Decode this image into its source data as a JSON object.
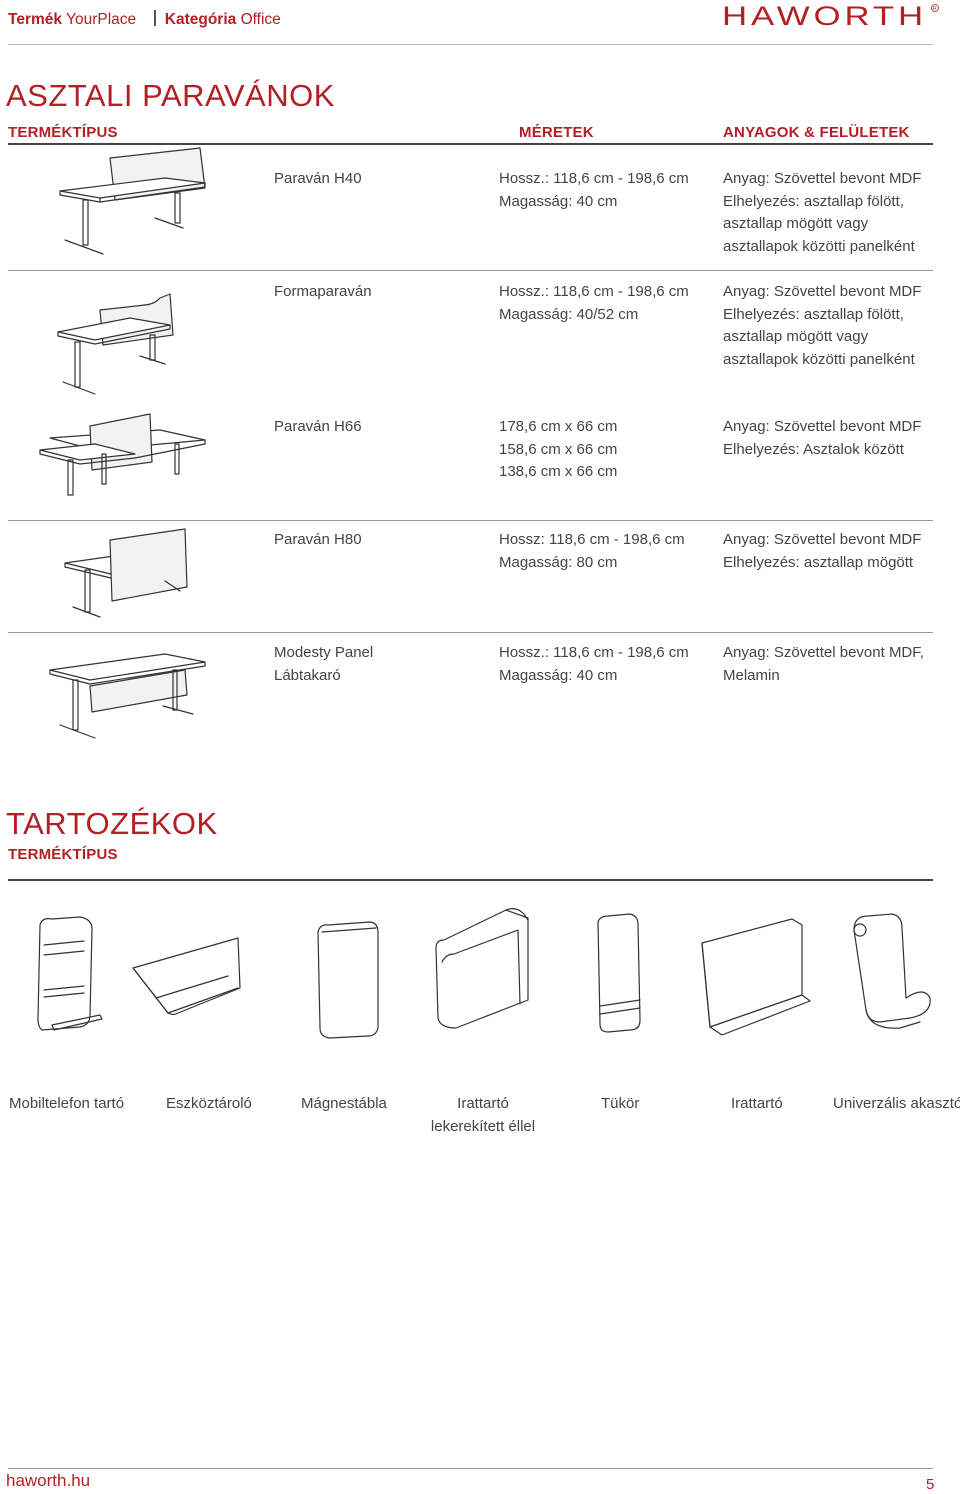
{
  "header": {
    "product_label": "Termék",
    "product_value": "YourPlace",
    "category_label": "Kategória",
    "category_value": "Office",
    "logo_text": "HAWORTH",
    "brand_color": "#b21f24"
  },
  "section1": {
    "title": "ASZTALI PARAVÁNOK",
    "columns": {
      "type": "TERMÉKTÍPUS",
      "dimensions": "MÉRETEK",
      "materials": "ANYAGOK & FELÜLETEK"
    },
    "rows": [
      {
        "name": [
          "Paraván H40"
        ],
        "dims": [
          "Hossz.: 118,6 cm - 198,6 cm",
          "Magasság: 40 cm"
        ],
        "mats": [
          "Anyag: Szövettel bevont MDF",
          "Elhelyezés: asztallap fölött,",
          "asztallap mögött  vagy",
          "asztallapok közötti panelként"
        ]
      },
      {
        "name": [
          "Formaparaván"
        ],
        "dims": [
          "Hossz.: 118,6 cm - 198,6 cm",
          "Magasság: 40/52 cm"
        ],
        "mats": [
          "Anyag: Szövettel bevont MDF",
          "Elhelyezés: asztallap fölött,",
          "asztallap mögött  vagy",
          "asztallapok közötti panelként"
        ]
      },
      {
        "name": [
          "Paraván H66"
        ],
        "dims": [
          "178,6 cm x 66 cm",
          "158,6 cm x 66 cm",
          "138,6 cm x 66 cm"
        ],
        "mats": [
          "Anyag: Szövettel bevont MDF",
          "Elhelyezés: Asztalok között"
        ]
      },
      {
        "name": [
          "Paraván H80"
        ],
        "dims": [
          "Hossz: 118,6 cm - 198,6 cm",
          "Magasság: 80 cm"
        ],
        "mats": [
          "Anyag: Szövettel bevont MDF",
          "Elhelyezés: asztallap mögött"
        ]
      },
      {
        "name": [
          "Modesty Panel",
          "Lábtakaró"
        ],
        "dims": [
          "Hossz.: 118,6 cm - 198,6 cm",
          "Magasság: 40 cm"
        ],
        "mats": [
          "Anyag: Szövettel bevont MDF,",
          "Melamin"
        ]
      }
    ]
  },
  "section2": {
    "title": "TARTOZÉKOK",
    "subtitle": "TERMÉKTÍPUS",
    "items": [
      [
        "Mobiltelefon tartó"
      ],
      [
        "Eszköztároló"
      ],
      [
        "Mágnestábla"
      ],
      [
        "Irattartó",
        "lekerekített éllel"
      ],
      [
        "Tükör"
      ],
      [
        "Irattartó"
      ],
      [
        "Univerzális akasztó"
      ]
    ]
  },
  "footer": {
    "url": "haworth.hu",
    "page": "5"
  }
}
